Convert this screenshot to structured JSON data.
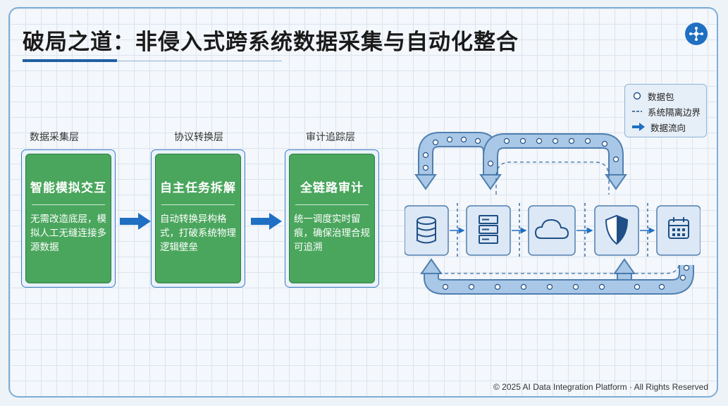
{
  "title": "破局之道：非侵入式跨系统数据采集与自动化整合",
  "layers": [
    {
      "label": "数据采集层",
      "card_title": "智能模拟交互",
      "card_desc": "无需改造底层，模拟人工无缝连接多源数据"
    },
    {
      "label": "协议转换层",
      "card_title": "自主任务拆解",
      "card_desc": "自动转换异构格式，打破系统物理逻辑壁垒"
    },
    {
      "label": "审计追踪层",
      "card_title": "全链路审计",
      "card_desc": "统一调度实时留痕，确保治理合规可追溯"
    }
  ],
  "diagram": {
    "nodes": [
      {
        "icon": "database-icon"
      },
      {
        "icon": "server-icon"
      },
      {
        "icon": "cloud-icon"
      },
      {
        "icon": "shield-icon"
      },
      {
        "icon": "calendar-icon"
      }
    ]
  },
  "legend": {
    "items": [
      "数据包",
      "系统隔离边界",
      "数据流向"
    ]
  },
  "footer": "© 2025 AI Data Integration Platform · All Rights Reserved",
  "colors": {
    "accent": "#1f6fc2",
    "card_green": "#4aa65d",
    "pipe_blue": "#7fa9d3",
    "node_fill": "#dce8f5"
  }
}
